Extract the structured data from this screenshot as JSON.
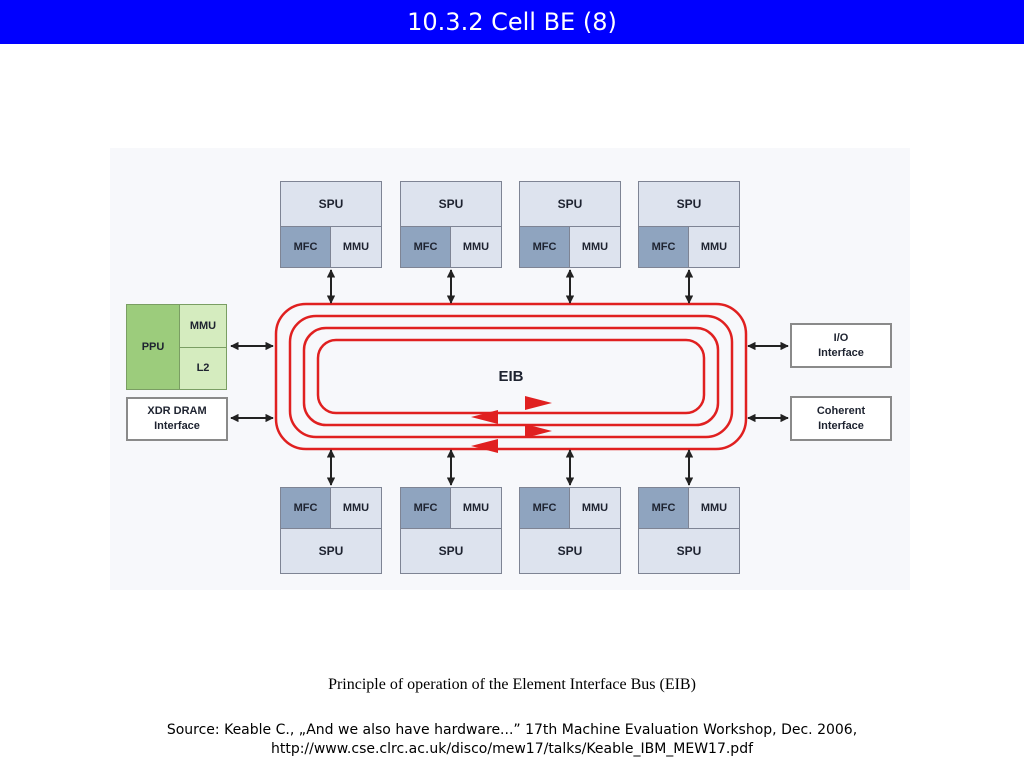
{
  "slide": {
    "title": "10.3.2 Cell BE (8)",
    "caption": "Principle of operation of the Element Interface Bus (EIB)",
    "source_line1": "Source: Keable C., „And we also have hardware...” 17th Machine Evaluation Workshop, Dec. 2006,",
    "source_line2": "http://www.cse.clrc.ac.uk/disco/mew17/talks/Keable_IBM_MEW17.pdf"
  },
  "diagram": {
    "top_units": [
      {
        "spu": "SPU",
        "mfc": "MFC",
        "mmu": "MMU"
      },
      {
        "spu": "SPU",
        "mfc": "MFC",
        "mmu": "MMU"
      },
      {
        "spu": "SPU",
        "mfc": "MFC",
        "mmu": "MMU"
      },
      {
        "spu": "SPU",
        "mfc": "MFC",
        "mmu": "MMU"
      }
    ],
    "bottom_units": [
      {
        "spu": "SPU",
        "mfc": "MFC",
        "mmu": "MMU"
      },
      {
        "spu": "SPU",
        "mfc": "MFC",
        "mmu": "MMU"
      },
      {
        "spu": "SPU",
        "mfc": "MFC",
        "mmu": "MMU"
      },
      {
        "spu": "SPU",
        "mfc": "MFC",
        "mmu": "MMU"
      }
    ],
    "ppu": {
      "label": "PPU",
      "mmu": "MMU",
      "l2": "L2"
    },
    "xdr": {
      "line1": "XDR DRAM",
      "line2": "Interface"
    },
    "io": {
      "line1": "I/O",
      "line2": "Interface"
    },
    "coherent": {
      "line1": "Coherent",
      "line2": "Interface"
    },
    "eib_label": "EIB",
    "colors": {
      "ring": "#e02020",
      "arrow": "#e02020",
      "connector": "#222222"
    }
  }
}
